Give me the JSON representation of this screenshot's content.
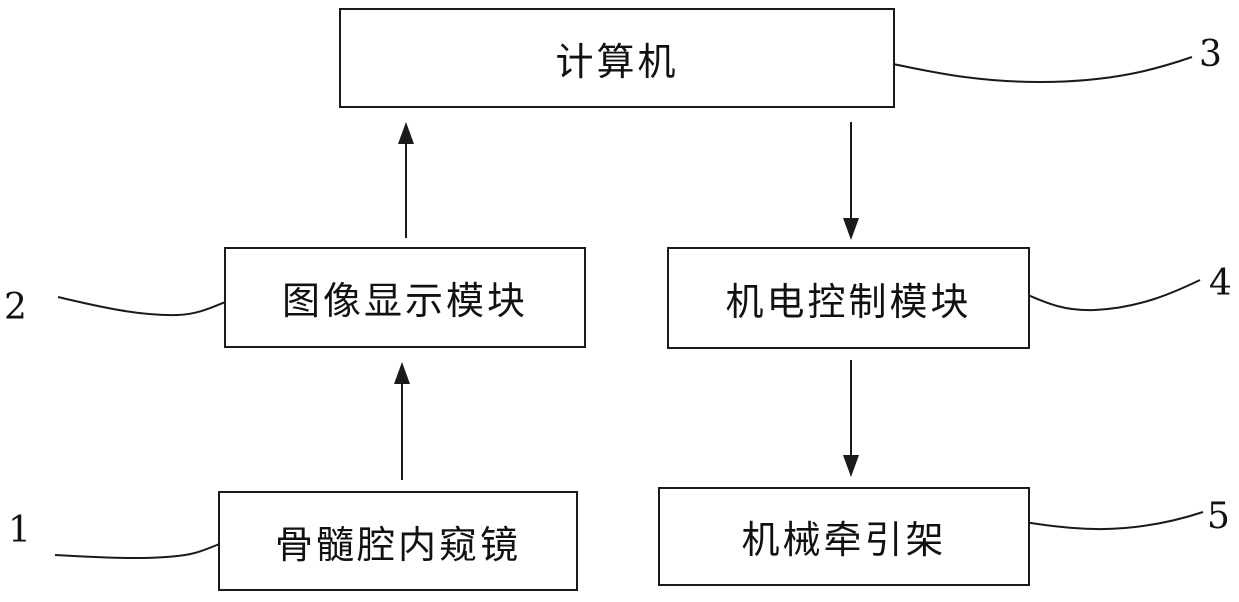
{
  "blocks": {
    "computer": {
      "label": "计算机"
    },
    "image_display": {
      "label": "图像显示模块"
    },
    "electromech_control": {
      "label": "机电控制模块"
    },
    "endoscope": {
      "label": "骨髓腔内窥镜"
    },
    "traction_frame": {
      "label": "机械牵引架"
    }
  },
  "reference_numerals": {
    "endoscope": "1",
    "image_display": "2",
    "computer": "3",
    "electromech_control": "4",
    "traction_frame": "5"
  },
  "colors": {
    "stroke": "#1a1a1a",
    "text": "#111111",
    "background": "#ffffff"
  }
}
